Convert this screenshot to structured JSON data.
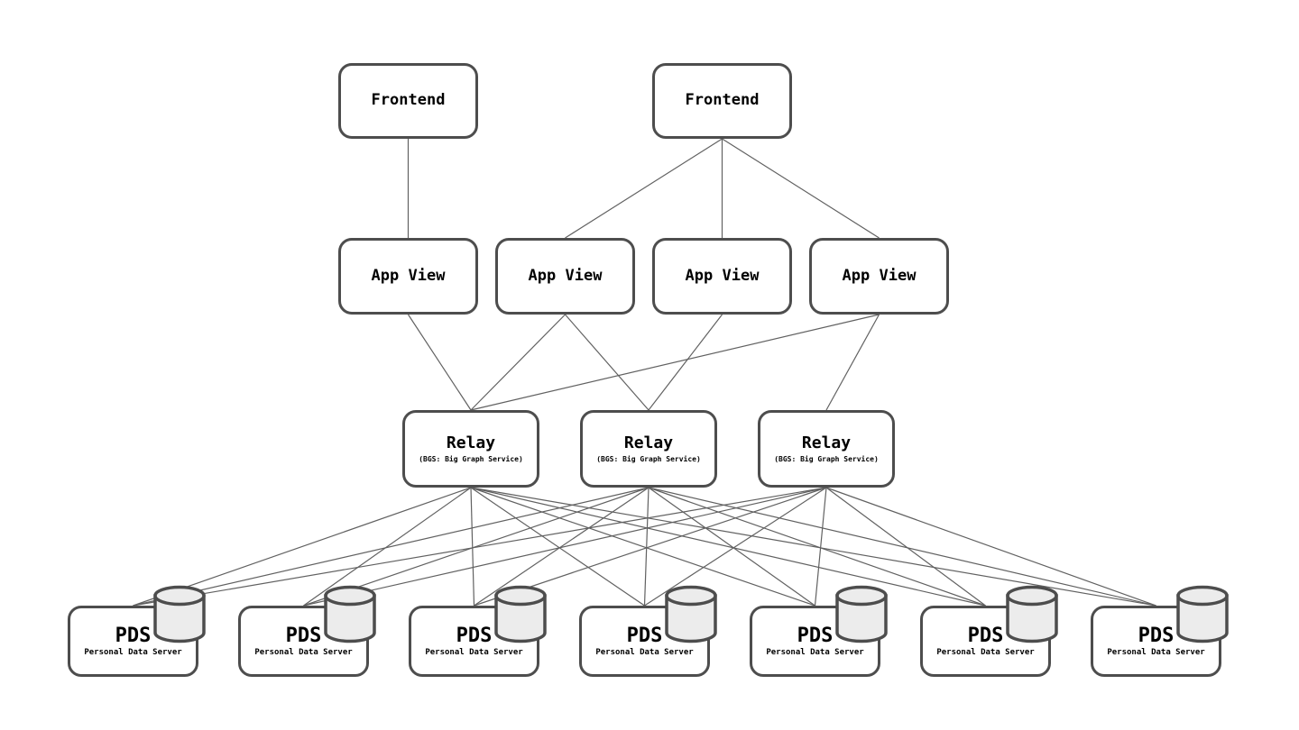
{
  "diagram": {
    "description": "Federated network architecture diagram",
    "colors": {
      "background": "#ffffff",
      "node_fill": "#ffffff",
      "node_border": "#4d4d4d",
      "edge_line": "#616161",
      "cylinder_fill": "#ececec",
      "text": "#000000"
    },
    "nodes": [
      {
        "id": "frontend-1",
        "type": "frontend",
        "label": "Frontend"
      },
      {
        "id": "frontend-2",
        "type": "frontend",
        "label": "Frontend"
      },
      {
        "id": "appview-1",
        "type": "appview",
        "label": "App View"
      },
      {
        "id": "appview-2",
        "type": "appview",
        "label": "App View"
      },
      {
        "id": "appview-3",
        "type": "appview",
        "label": "App View"
      },
      {
        "id": "appview-4",
        "type": "appview",
        "label": "App View"
      },
      {
        "id": "relay-1",
        "type": "relay",
        "label": "Relay",
        "sublabel": "(BGS: Big Graph Service)"
      },
      {
        "id": "relay-2",
        "type": "relay",
        "label": "Relay",
        "sublabel": "(BGS: Big Graph Service)"
      },
      {
        "id": "relay-3",
        "type": "relay",
        "label": "Relay",
        "sublabel": "(BGS: Big Graph Service)"
      },
      {
        "id": "pds-1",
        "type": "pds",
        "label": "PDS",
        "sublabel": "Personal Data Server",
        "icon": "database-cylinder-icon"
      },
      {
        "id": "pds-2",
        "type": "pds",
        "label": "PDS",
        "sublabel": "Personal Data Server",
        "icon": "database-cylinder-icon"
      },
      {
        "id": "pds-3",
        "type": "pds",
        "label": "PDS",
        "sublabel": "Personal Data Server",
        "icon": "database-cylinder-icon"
      },
      {
        "id": "pds-4",
        "type": "pds",
        "label": "PDS",
        "sublabel": "Personal Data Server",
        "icon": "database-cylinder-icon"
      },
      {
        "id": "pds-5",
        "type": "pds",
        "label": "PDS",
        "sublabel": "Personal Data Server",
        "icon": "database-cylinder-icon"
      },
      {
        "id": "pds-6",
        "type": "pds",
        "label": "PDS",
        "sublabel": "Personal Data Server",
        "icon": "database-cylinder-icon"
      },
      {
        "id": "pds-7",
        "type": "pds",
        "label": "PDS",
        "sublabel": "Personal Data Server",
        "icon": "database-cylinder-icon"
      }
    ],
    "edges": [
      {
        "from": "frontend-1",
        "to": "appview-1"
      },
      {
        "from": "frontend-2",
        "to": "appview-2"
      },
      {
        "from": "frontend-2",
        "to": "appview-3"
      },
      {
        "from": "frontend-2",
        "to": "appview-4"
      },
      {
        "from": "appview-1",
        "to": "relay-1"
      },
      {
        "from": "appview-2",
        "to": "relay-1"
      },
      {
        "from": "appview-2",
        "to": "relay-2"
      },
      {
        "from": "appview-3",
        "to": "relay-2"
      },
      {
        "from": "appview-4",
        "to": "relay-1"
      },
      {
        "from": "appview-4",
        "to": "relay-3"
      },
      {
        "from": "relay-1",
        "to": "pds-1"
      },
      {
        "from": "relay-1",
        "to": "pds-2"
      },
      {
        "from": "relay-1",
        "to": "pds-3"
      },
      {
        "from": "relay-1",
        "to": "pds-4"
      },
      {
        "from": "relay-1",
        "to": "pds-5"
      },
      {
        "from": "relay-1",
        "to": "pds-6"
      },
      {
        "from": "relay-1",
        "to": "pds-7"
      },
      {
        "from": "relay-2",
        "to": "pds-1"
      },
      {
        "from": "relay-2",
        "to": "pds-2"
      },
      {
        "from": "relay-2",
        "to": "pds-3"
      },
      {
        "from": "relay-2",
        "to": "pds-4"
      },
      {
        "from": "relay-2",
        "to": "pds-5"
      },
      {
        "from": "relay-2",
        "to": "pds-6"
      },
      {
        "from": "relay-2",
        "to": "pds-7"
      },
      {
        "from": "relay-3",
        "to": "pds-1"
      },
      {
        "from": "relay-3",
        "to": "pds-2"
      },
      {
        "from": "relay-3",
        "to": "pds-3"
      },
      {
        "from": "relay-3",
        "to": "pds-4"
      },
      {
        "from": "relay-3",
        "to": "pds-5"
      },
      {
        "from": "relay-3",
        "to": "pds-6"
      },
      {
        "from": "relay-3",
        "to": "pds-7"
      }
    ]
  }
}
